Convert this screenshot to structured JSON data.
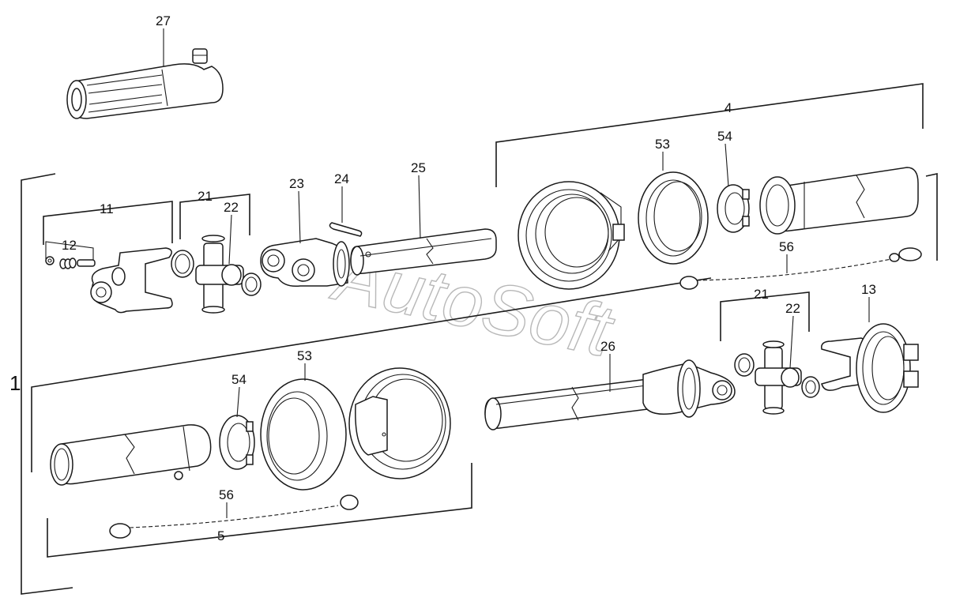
{
  "watermark": "AutoSoft",
  "callouts": {
    "c27": "27",
    "c4": "4",
    "c53_top": "53",
    "c54_top": "54",
    "c56_top": "56",
    "c11": "11",
    "c21_top": "21",
    "c22_top": "22",
    "c12": "12",
    "c23": "23",
    "c24": "24",
    "c25": "25",
    "c1": "1",
    "c21_right": "21",
    "c22_right": "22",
    "c13": "13",
    "c26": "26",
    "c53_bot": "53",
    "c54_bot": "54",
    "c56_bot": "56",
    "c5": "5"
  }
}
